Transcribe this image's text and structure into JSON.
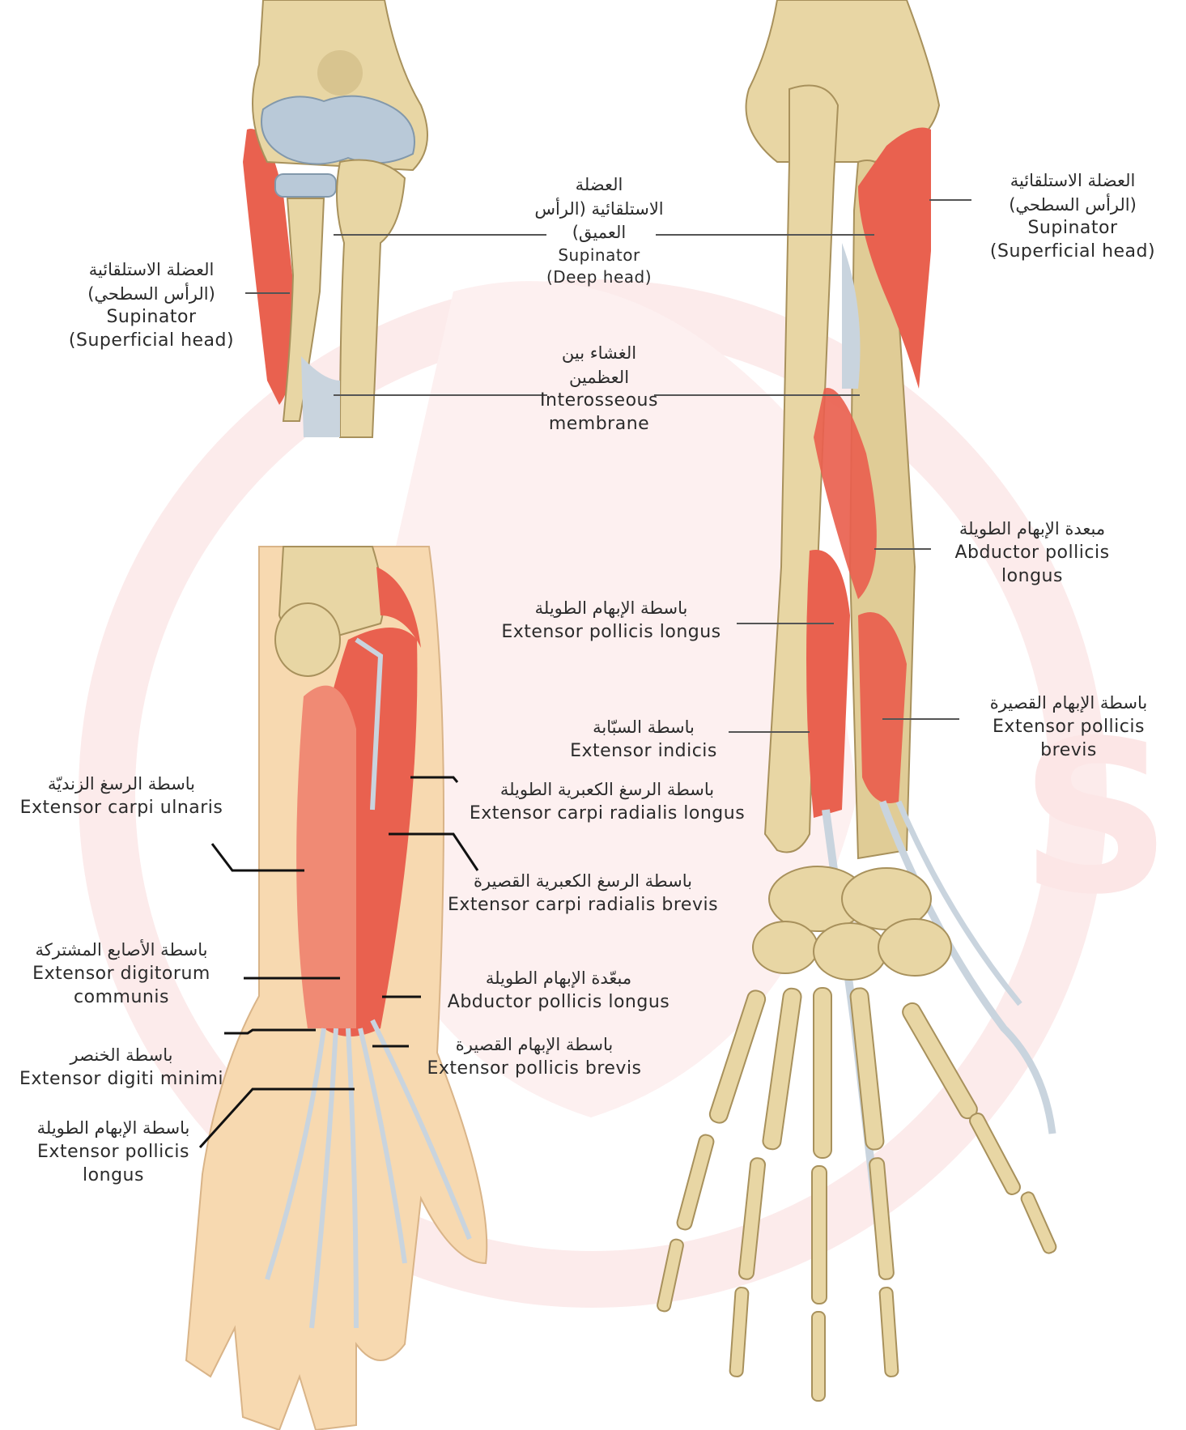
{
  "labels": {
    "sup_deep": {
      "arabic": [
        "العضلة",
        "الاستلقائية (الرأس",
        "العميق)"
      ],
      "english": [
        "Supinator",
        "(Deep head)"
      ]
    },
    "sup_super_left": {
      "arabic": [
        "العضلة الاستلقائية",
        "(الرأس السطحي)"
      ],
      "english": [
        "Supinator",
        "(Superficial head)"
      ]
    },
    "sup_super_right": {
      "arabic": [
        "العضلة الاستلقائية",
        "(الرأس السطحي)"
      ],
      "english": [
        "Supinator",
        "(Superficial head)"
      ]
    },
    "interosseous": {
      "arabic": [
        "الغشاء بين",
        "العظمين"
      ],
      "english": [
        "Interosseous",
        "membrane"
      ]
    },
    "apl_right": {
      "arabic": [
        "مبعدة الإبهام الطويلة"
      ],
      "english": [
        "Abductor pollicis",
        "longus"
      ]
    },
    "epl_mid": {
      "arabic": [
        "باسطة الإبهام الطويلة"
      ],
      "english": [
        "Extensor pollicis longus"
      ]
    },
    "epb_right": {
      "arabic": [
        "باسطة الإبهام القصيرة"
      ],
      "english": [
        "Extensor pollicis",
        "brevis"
      ]
    },
    "indicis": {
      "arabic": [
        "باسطة السبّابة"
      ],
      "english": [
        "Extensor indicis"
      ]
    },
    "ecrl": {
      "arabic": [
        "باسطة الرسغ الكعبرية الطويلة"
      ],
      "english": [
        "Extensor carpi radialis longus"
      ]
    },
    "ecu": {
      "arabic": [
        "باسطة الرسغ الزنديّة"
      ],
      "english": [
        "Extensor carpi ulnaris"
      ]
    },
    "ecrb": {
      "arabic": [
        "باسطة الرسغ الكعبرية القصيرة"
      ],
      "english": [
        "Extensor carpi radialis brevis"
      ]
    },
    "edc": {
      "arabic": [
        "باسطة الأصابع المشتركة"
      ],
      "english": [
        "Extensor digitorum",
        "communis"
      ]
    },
    "apl_low": {
      "arabic": [
        "مبعّدة الإبهام الطويلة"
      ],
      "english": [
        "Abductor pollicis longus"
      ]
    },
    "edm": {
      "arabic": [
        "باسطة الخنصر"
      ],
      "english": [
        "Extensor digiti minimi"
      ]
    },
    "epb_low": {
      "arabic": [
        "باسطة الإبهام القصيرة"
      ],
      "english": [
        "Extensor pollicis brevis"
      ]
    },
    "epl_low": {
      "arabic": [
        "باسطة الإبهام الطويلة"
      ],
      "english": [
        "Extensor pollicis",
        "longus"
      ]
    }
  },
  "colors": {
    "bone": "#e8d6a4",
    "bone_shadow": "#c9b27a",
    "muscle": "#e9614f",
    "muscle_light": "#f08a74",
    "tendon": "#c9d4de",
    "cartilage": "#b9c9d8",
    "skin": "#f7d9b0",
    "leader": "#555555",
    "leader_dark": "#111111",
    "watermark": "#fbe3e3"
  }
}
